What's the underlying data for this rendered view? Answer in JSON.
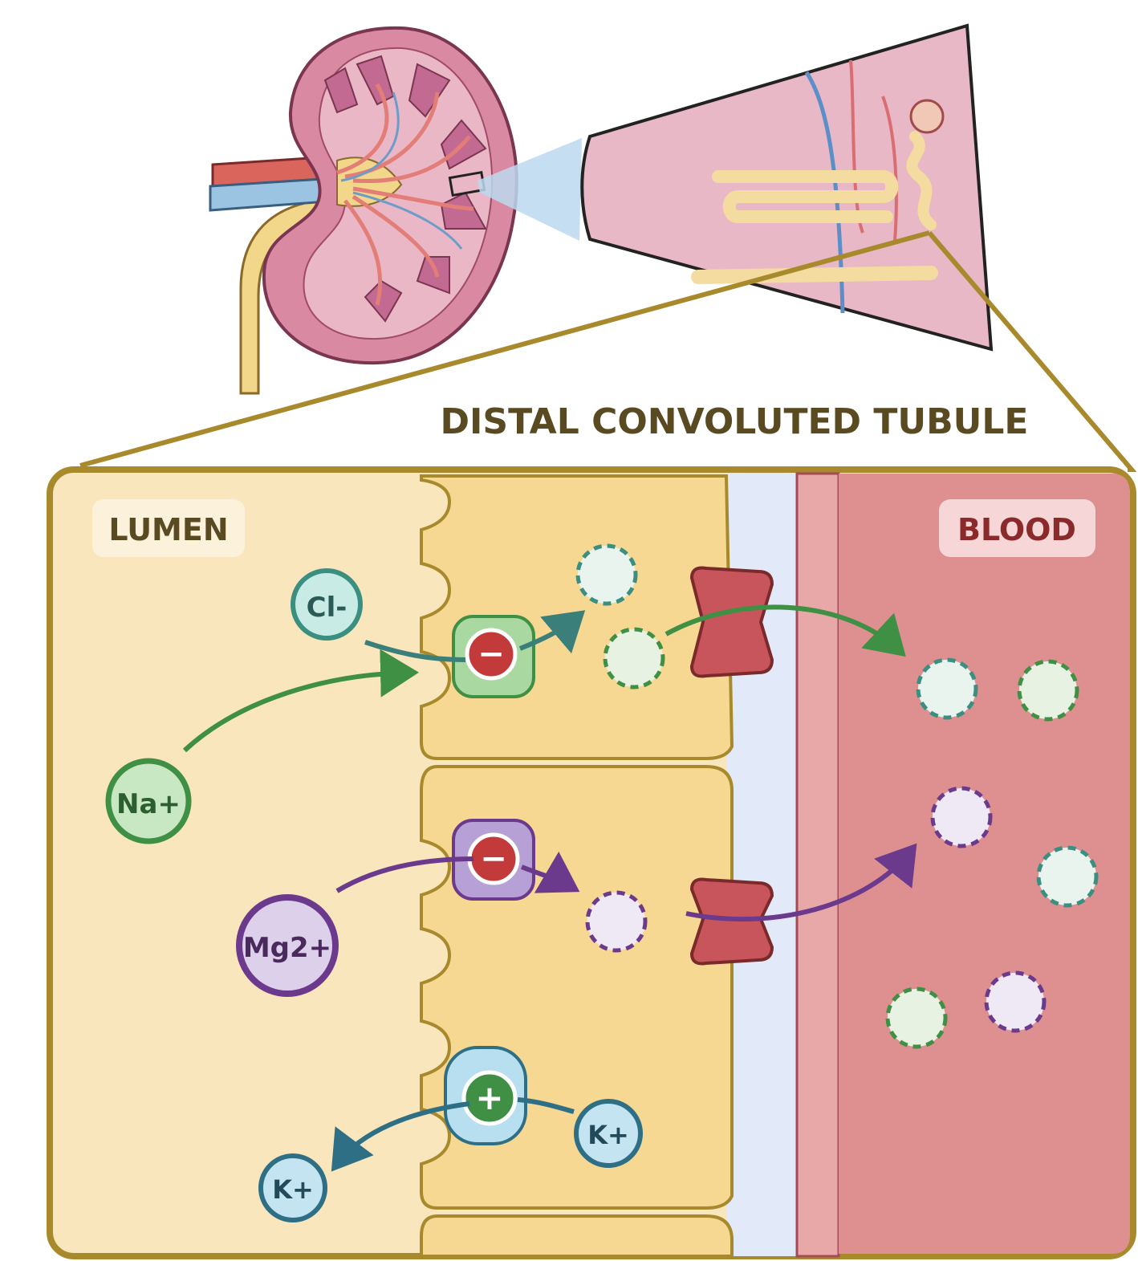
{
  "title": "DISTAL CONVOLUTED TUBULE",
  "regions": {
    "lumen_label": "LUMEN",
    "blood_label": "BLOOD"
  },
  "ions": {
    "chloride": "Cl-",
    "sodium": "Na+",
    "magnesium": "Mg2+",
    "potassium_blood_side": "K+",
    "potassium_lumen_side": "K+"
  },
  "transporter_symbols": {
    "nacl_cotransporter": "−",
    "mg_channel": "−",
    "k_channel": "+"
  },
  "colors": {
    "frame": "#a88a2c",
    "lumen": "#f9e6bd",
    "cell": "#f6d893",
    "interstitium": "#e2e9f8",
    "blood": "#de9090",
    "vessel_wall": "#e9a8a8",
    "sodium": "#3f8f44",
    "chloride": "#3f8f80",
    "magnesium": "#6c3a8c",
    "potassium": "#3a87a4",
    "transporter_red": "#c23b3a",
    "kidney": "#d98aa2"
  },
  "icons": {
    "kidney": "kidney-cross-section-icon",
    "nephron": "nephron-wedge-icon"
  }
}
